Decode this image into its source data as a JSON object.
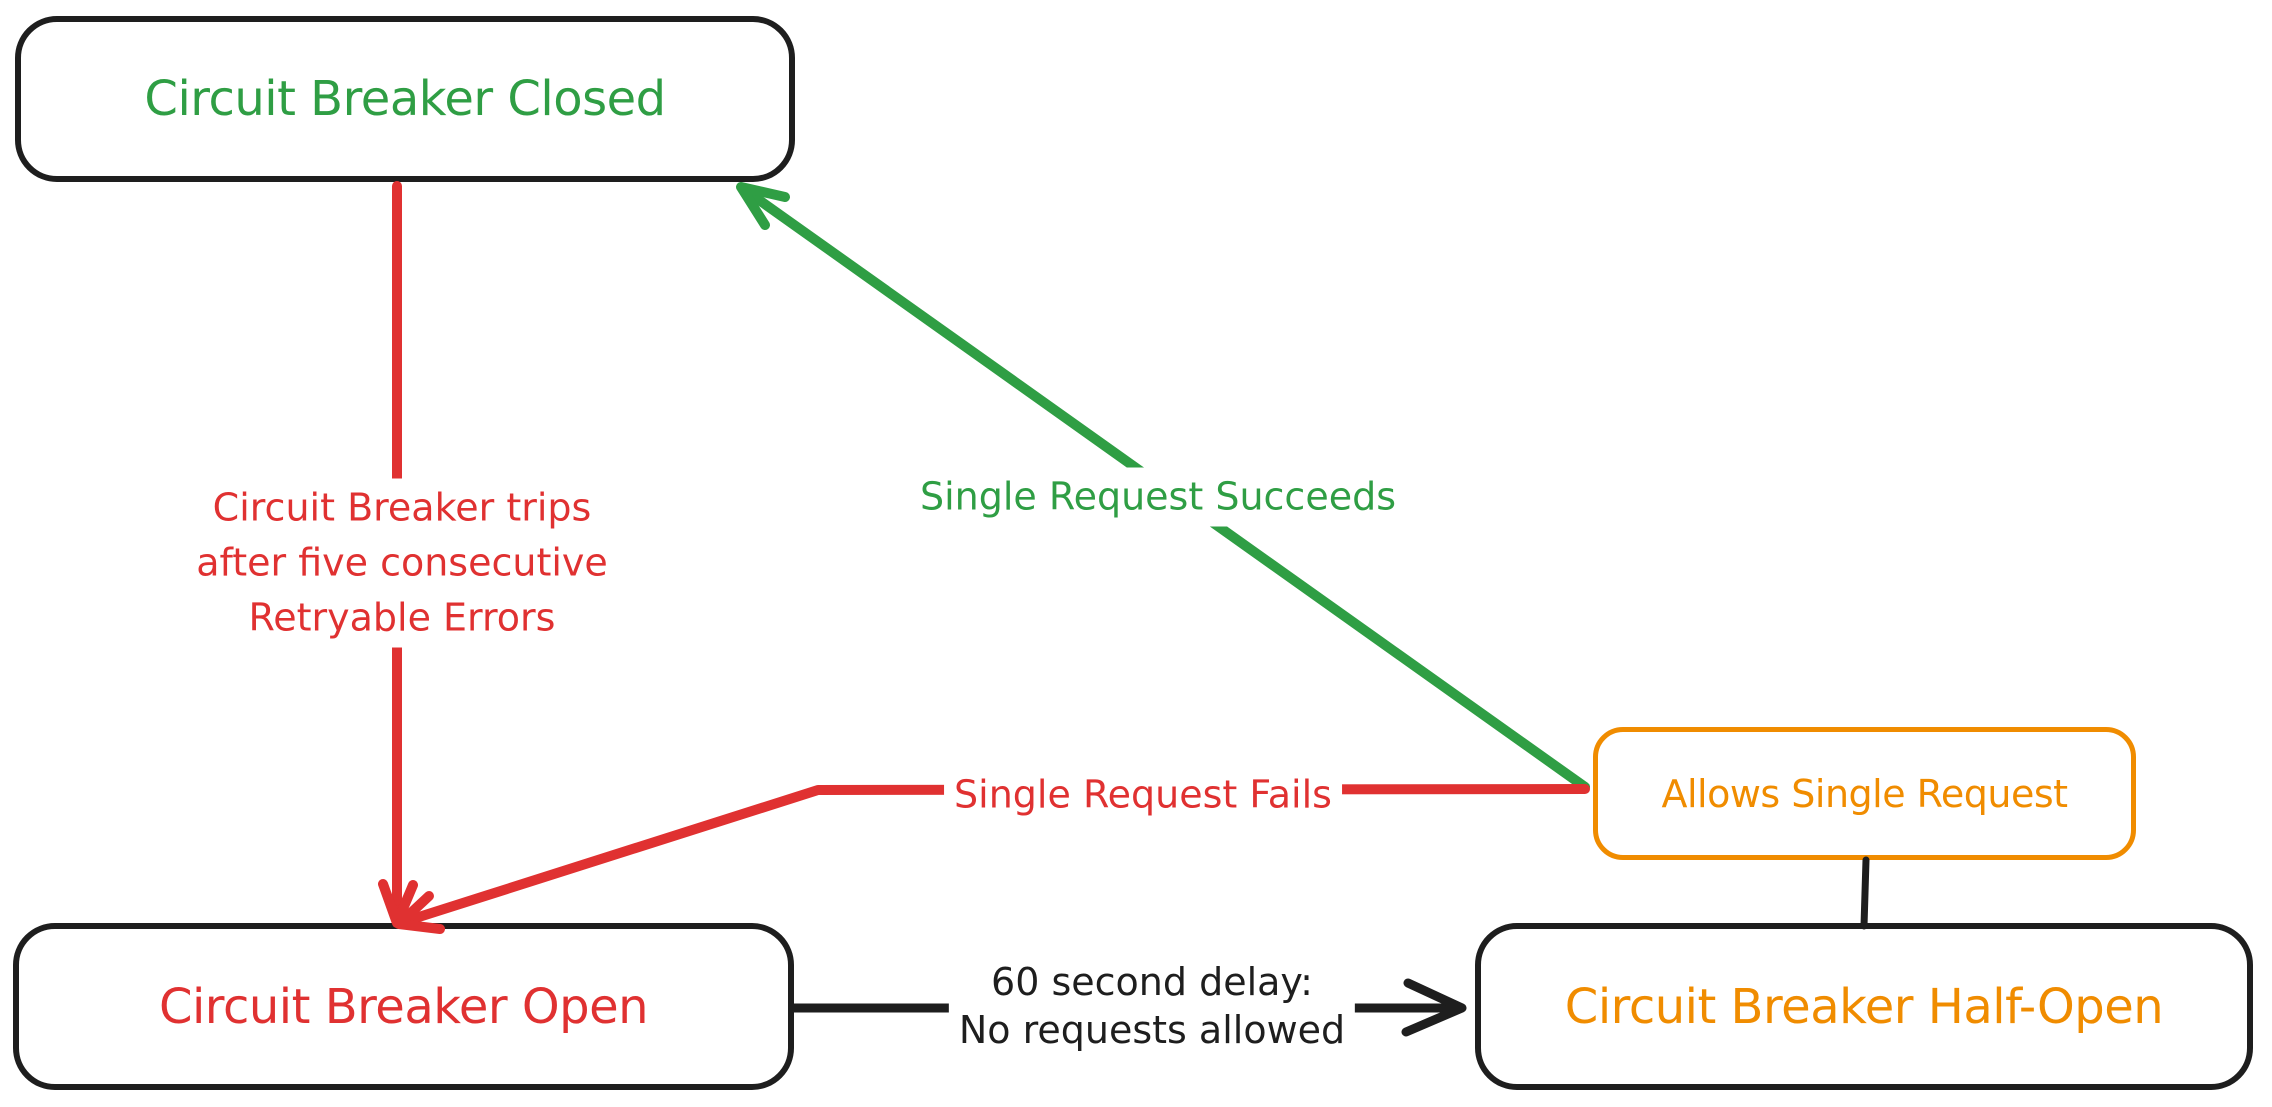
{
  "diagram": {
    "type": "state-diagram",
    "subject": "Circuit Breaker pattern states"
  },
  "colors": {
    "ink": "#1e1e1e",
    "red": "#e03131",
    "green": "#2f9e44",
    "orange": "#f08c00",
    "background": "#ffffff"
  },
  "nodes": {
    "closed": {
      "label": "Circuit Breaker Closed"
    },
    "open": {
      "label": "Circuit Breaker Open"
    },
    "half_open": {
      "label": "Circuit Breaker Half-Open"
    },
    "allows": {
      "label": "Allows Single Request"
    }
  },
  "edges": {
    "trips": {
      "from": "closed",
      "to": "open",
      "label_lines": [
        "Circuit Breaker trips",
        "after five consecutive",
        "Retryable Errors"
      ]
    },
    "succeeds": {
      "from": "allows",
      "to": "closed",
      "label": "Single Request Succeeds"
    },
    "fails": {
      "from": "allows",
      "to": "open",
      "label": "Single Request Fails"
    },
    "delay": {
      "from": "open",
      "to": "half_open",
      "label_lines": [
        "60 second delay:",
        "No requests allowed"
      ]
    },
    "half_open_allows": {
      "from": "half_open",
      "to": "allows",
      "label": ""
    }
  }
}
